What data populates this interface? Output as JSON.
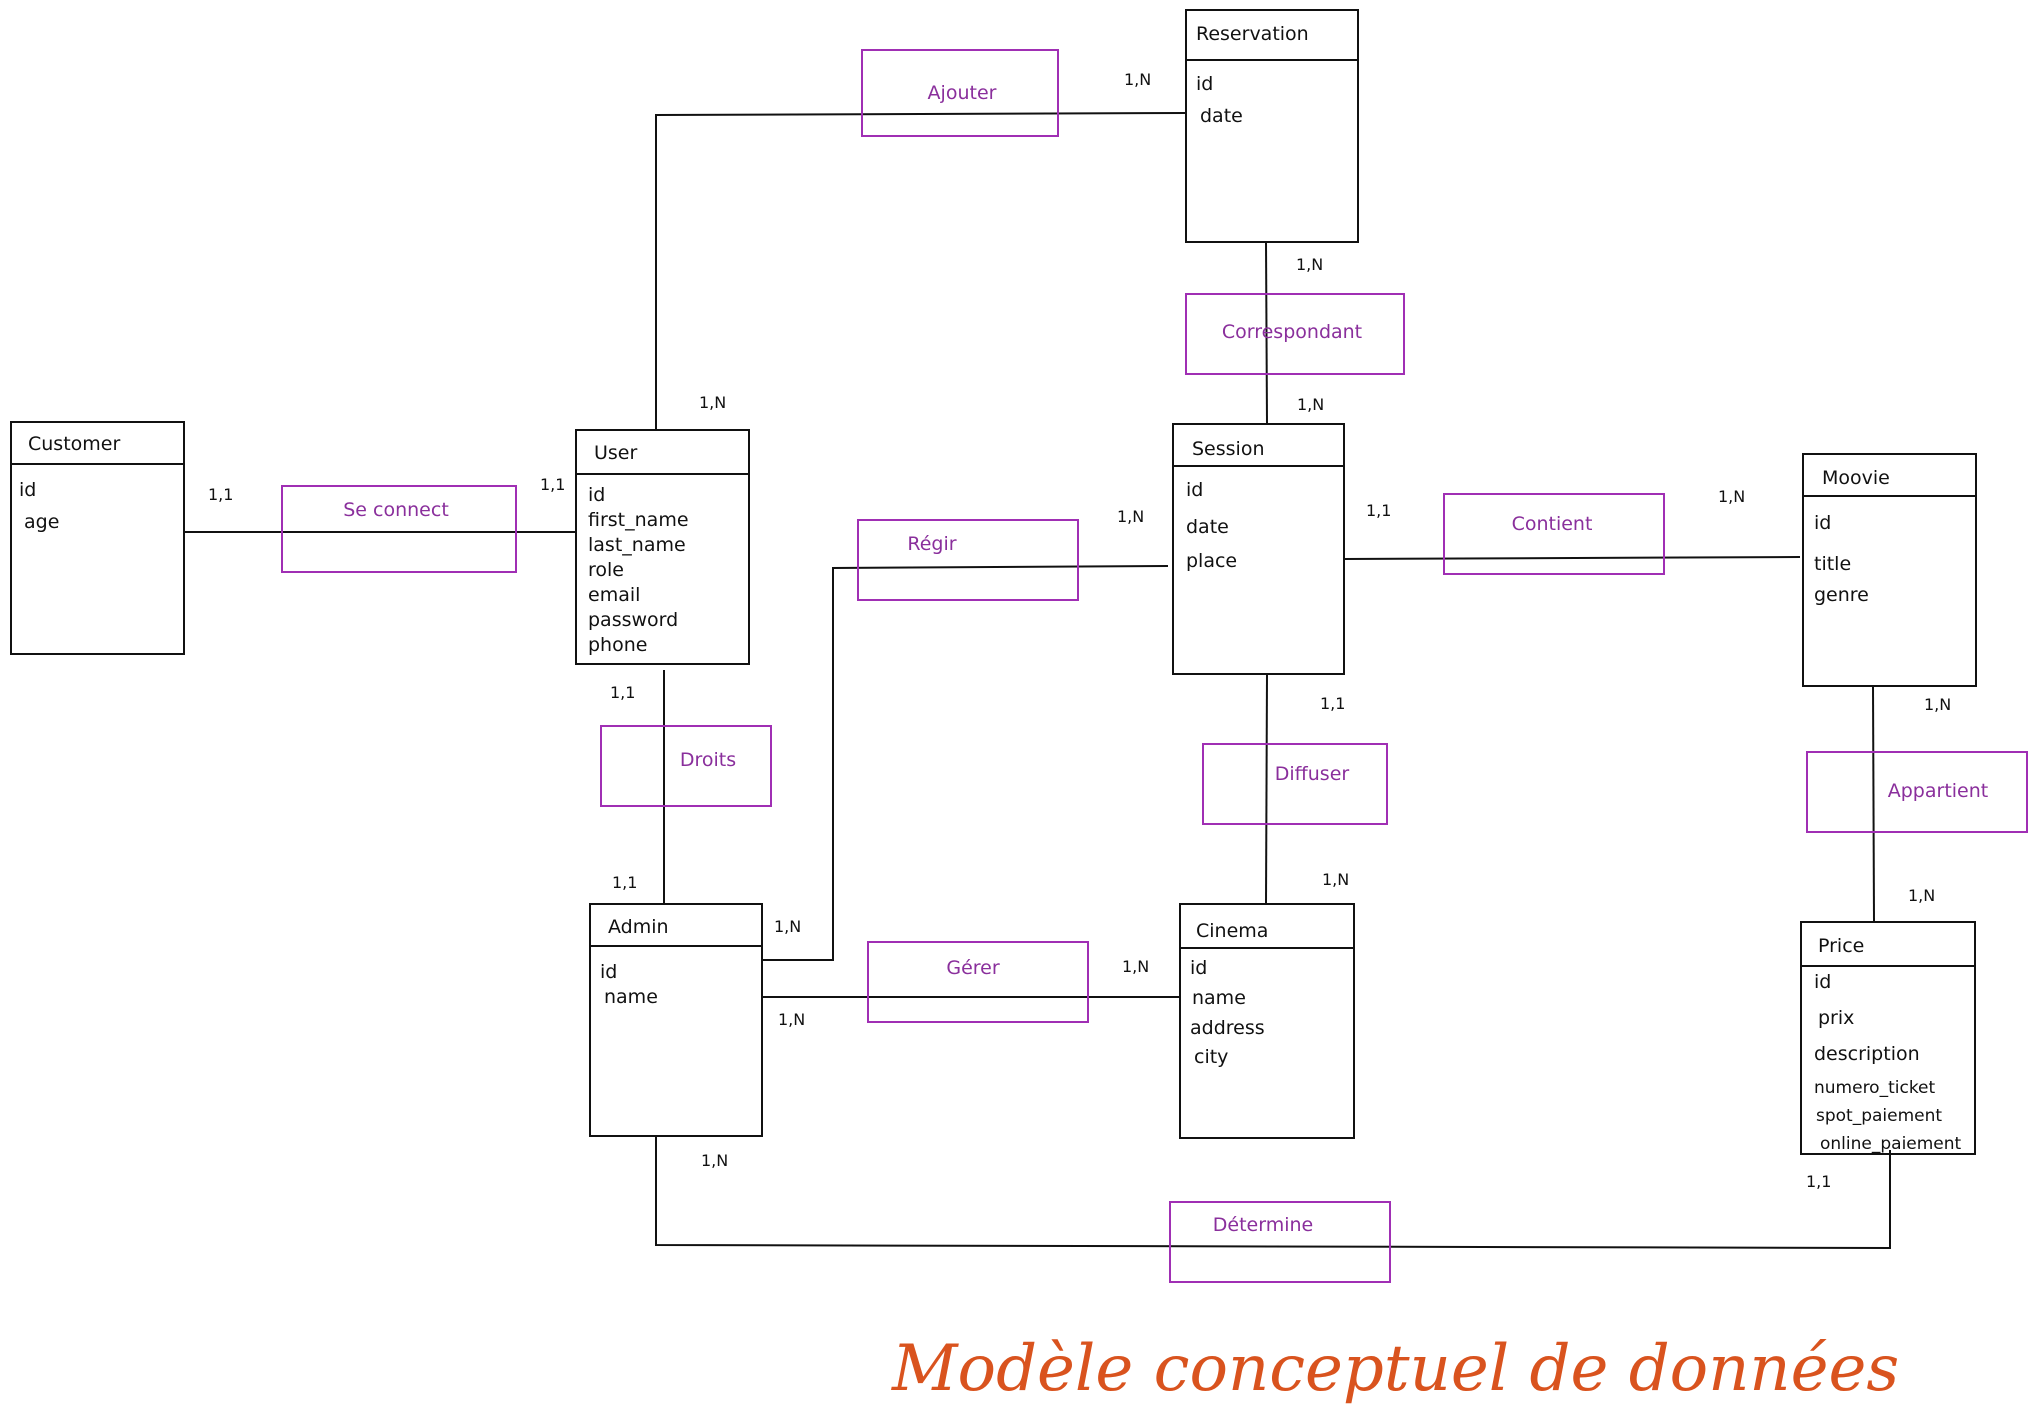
{
  "title": "Modèle conceptuel de données",
  "entities": {
    "reservation": {
      "name": "Reservation",
      "attributes": [
        "id",
        "date"
      ]
    },
    "customer": {
      "name": "Customer",
      "attributes": [
        "id",
        "age"
      ]
    },
    "user": {
      "name": "User",
      "attributes": [
        "id",
        "first_name",
        "last_name",
        "role",
        "email",
        "password",
        "phone"
      ]
    },
    "session": {
      "name": "Session",
      "attributes": [
        "id",
        "date",
        "place"
      ]
    },
    "moovie": {
      "name": "Moovie",
      "attributes": [
        "id",
        "title",
        "genre"
      ]
    },
    "admin": {
      "name": "Admin",
      "attributes": [
        "id",
        "name"
      ]
    },
    "cinema": {
      "name": "Cinema",
      "attributes": [
        "id",
        "name",
        "address",
        "city"
      ]
    },
    "price": {
      "name": "Price",
      "attributes": [
        "id",
        "prix",
        "description",
        "numero_ticket",
        "spot_paiement",
        "online_paiement"
      ]
    }
  },
  "relations": {
    "ajouter": "Ajouter",
    "correspondant": "Correspondant",
    "se_connect": "Se connect",
    "regir": "Régir",
    "contient": "Contient",
    "droits": "Droits",
    "diffuser": "Diffuser",
    "appartient": "Appartient",
    "gerer": "Gérer",
    "determine": "Détermine"
  },
  "cardinalities": {
    "reservation_ajouter": "1,N",
    "reservation_correspondant": "1,N",
    "session_correspondant": "1,N",
    "user_ajouter": "1,N",
    "customer_se_connect": "1,1",
    "user_se_connect": "1,1",
    "session_regir": "1,N",
    "session_contient": "1,1",
    "moovie_contient": "1,N",
    "user_droits": "1,1",
    "session_diffuser": "1,1",
    "moovie_appartient": "1,N",
    "admin_droits": "1,1",
    "cinema_diffuser": "1,N",
    "admin_regir": "1,N",
    "cinema_gerer": "1,N",
    "admin_gerer": "1,N",
    "price_appartient": "1,N",
    "admin_determine": "1,N",
    "price_determine": "1,1"
  }
}
